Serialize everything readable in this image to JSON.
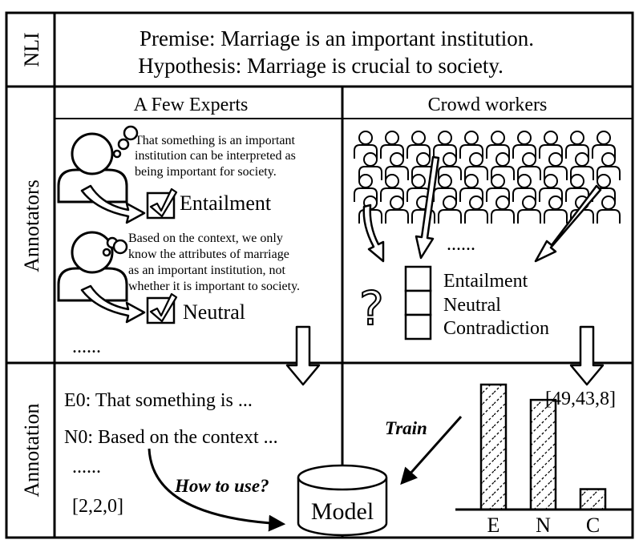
{
  "row_labels": {
    "nli": "NLI",
    "annotators": "Annotators",
    "annotation": "Annotation"
  },
  "nli": {
    "premise": "Premise: Marriage is an important institution.",
    "hypothesis": "Hypothesis: Marriage is crucial to society."
  },
  "experts": {
    "header": "A Few Experts",
    "expert1": {
      "thought": [
        "That something is an important",
        "institution can be interpreted as",
        "being important for society."
      ],
      "label": "Entailment"
    },
    "expert2": {
      "thought": [
        "Based on the context, we only",
        "know the attributes of marriage",
        "as an important institution, not",
        "whether it is important to society."
      ],
      "label": "Neutral"
    },
    "ellipsis": "......"
  },
  "crowd": {
    "header": "Crowd workers",
    "ellipsis": "......",
    "question_mark": "?",
    "options": [
      "Entailment",
      "Neutral",
      "Contradiction"
    ]
  },
  "annotation": {
    "e0": "E0: That something is ...",
    "n0": "N0: Based on the context ...",
    "ellipsis": "......",
    "counts": "[2,2,0]",
    "how_to_use": "How to use?",
    "model": "Model",
    "train": "Train",
    "crowd_counts": "[49,43,8]"
  },
  "chart_data": {
    "type": "bar",
    "categories": [
      "E",
      "N",
      "C"
    ],
    "values": [
      49,
      43,
      8
    ],
    "ylim": [
      0,
      60
    ],
    "hatch": true,
    "axis_labels_shown": false
  },
  "icons": {
    "person": "person-icon",
    "thought_bubble": "thought-bubble-icon",
    "checkbox": "checked-checkbox-icon",
    "crowd": "crowd-icon",
    "arrow": "arrow-icon",
    "question": "question-mark-icon",
    "database": "database-cylinder-icon"
  }
}
